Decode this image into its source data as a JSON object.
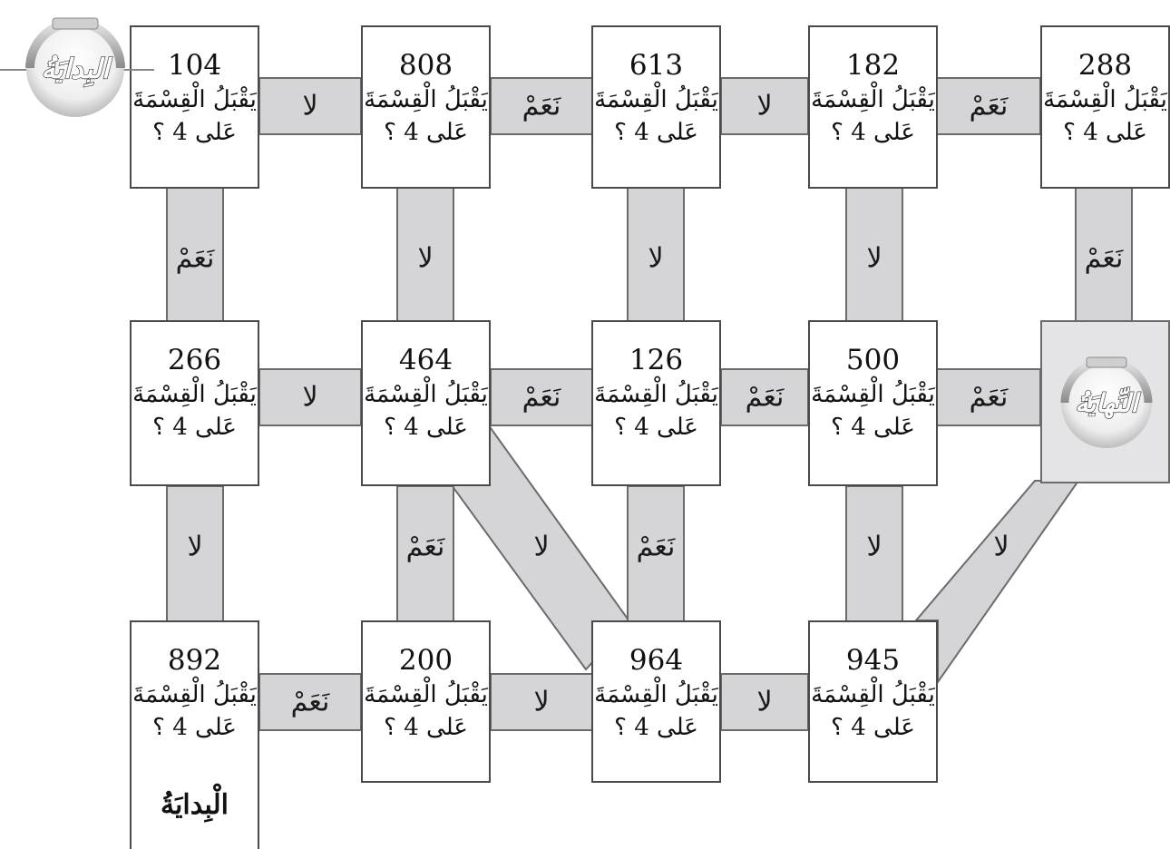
{
  "question_line1": "يَقْبَلُ الْقِسْمَةَ",
  "question_line2": "عَلى 4 ؟",
  "yes_label": "نَعَمْ",
  "no_label": "لا",
  "start_badge": "البِدايَةُ",
  "end_badge": "النِّهايَةُ",
  "start_caption": "الْبِدايَةُ",
  "boxes": [
    {
      "id": "b104",
      "number": "104"
    },
    {
      "id": "b808",
      "number": "808"
    },
    {
      "id": "b613",
      "number": "613"
    },
    {
      "id": "b182",
      "number": "182"
    },
    {
      "id": "b288",
      "number": "288"
    },
    {
      "id": "b266",
      "number": "266"
    },
    {
      "id": "b464",
      "number": "464"
    },
    {
      "id": "b126",
      "number": "126"
    },
    {
      "id": "b500",
      "number": "500"
    },
    {
      "id": "b892",
      "number": "892"
    },
    {
      "id": "b200",
      "number": "200"
    },
    {
      "id": "b964",
      "number": "964"
    },
    {
      "id": "b945",
      "number": "945"
    }
  ],
  "connectors": [
    {
      "id": "c104-808",
      "label": "لا"
    },
    {
      "id": "c808-613",
      "label": "نَعَمْ"
    },
    {
      "id": "c613-182",
      "label": "لا"
    },
    {
      "id": "c182-288",
      "label": "نَعَمْ"
    },
    {
      "id": "c104-266",
      "label": "نَعَمْ"
    },
    {
      "id": "c808-464",
      "label": "لا"
    },
    {
      "id": "c613-126",
      "label": "لا"
    },
    {
      "id": "c182-500",
      "label": "لا"
    },
    {
      "id": "c288-end",
      "label": "نَعَمْ"
    },
    {
      "id": "c266-464",
      "label": "لا"
    },
    {
      "id": "c464-126",
      "label": "نَعَمْ"
    },
    {
      "id": "c126-500",
      "label": "نَعَمْ"
    },
    {
      "id": "c500-end",
      "label": "نَعَمْ"
    },
    {
      "id": "c266-892",
      "label": "لا"
    },
    {
      "id": "c464-200",
      "label": "نَعَمْ"
    },
    {
      "id": "c464-964",
      "label": "لا"
    },
    {
      "id": "c126-964",
      "label": "نَعَمْ"
    },
    {
      "id": "c500-945",
      "label": "لا"
    },
    {
      "id": "c945-end",
      "label": "لا"
    },
    {
      "id": "c892-200",
      "label": "نَعَمْ"
    },
    {
      "id": "c200-964",
      "label": "لا"
    },
    {
      "id": "c964-945",
      "label": "لا"
    }
  ]
}
